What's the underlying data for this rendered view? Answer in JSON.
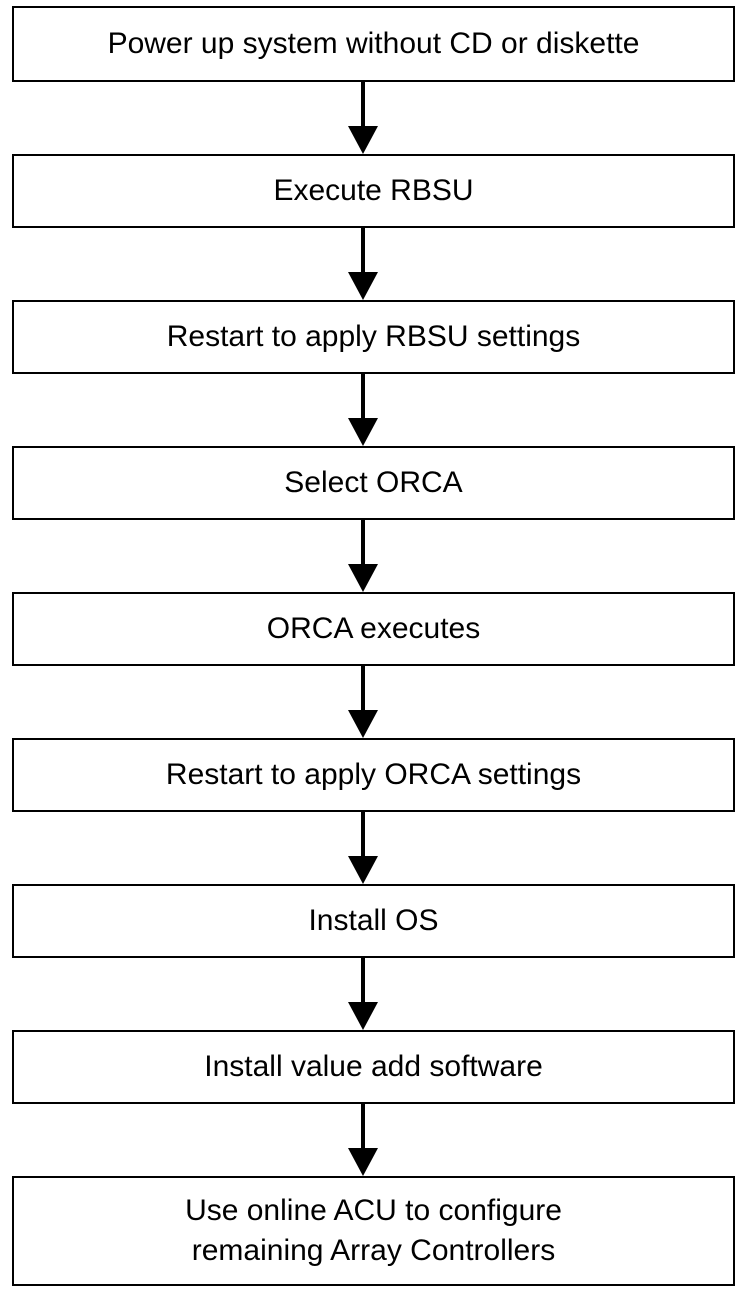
{
  "flowchart": {
    "steps": [
      {
        "label": "Power up system without CD or diskette"
      },
      {
        "label": "Execute RBSU"
      },
      {
        "label": "Restart to apply RBSU settings"
      },
      {
        "label": "Select ORCA"
      },
      {
        "label": "ORCA executes"
      },
      {
        "label": "Restart to apply ORCA settings"
      },
      {
        "label": "Install OS"
      },
      {
        "label": "Install value add software"
      },
      {
        "label": "Use online ACU to configure\nremaining Array Controllers"
      }
    ],
    "colors": {
      "border": "#000000",
      "arrow": "#000000",
      "text": "#000000",
      "background": "#ffffff"
    }
  }
}
